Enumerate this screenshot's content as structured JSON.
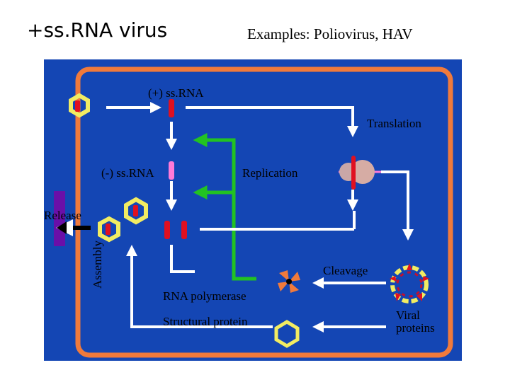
{
  "title": "+ss.RNA virus",
  "examples": "Examples: Poliovirus, HAV",
  "labels": {
    "plus_ssrna": "(+) ss.RNA",
    "translation": "Translation",
    "minus_ssrna": "(-) ss.RNA",
    "replication": "Replication",
    "release": "Release",
    "assembly": "Assembly",
    "cleavage": "Cleavage",
    "rna_polymerase": "RNA polymerase",
    "structural_protein": "Structural protein",
    "viral_proteins_1": "Viral",
    "viral_proteins_2": "proteins"
  },
  "colors": {
    "panel": "#1446b4",
    "cell_border": "#f07a3c",
    "arrow_white": "#ffffff",
    "arrow_green": "#22c222",
    "release_bar": "#6a0fa8",
    "capsid_fill": "#f2ec62",
    "capsid_stroke": "#6a0fa8",
    "plus_strand": "#e01020",
    "minus_strand": "#ff7ad8"
  }
}
